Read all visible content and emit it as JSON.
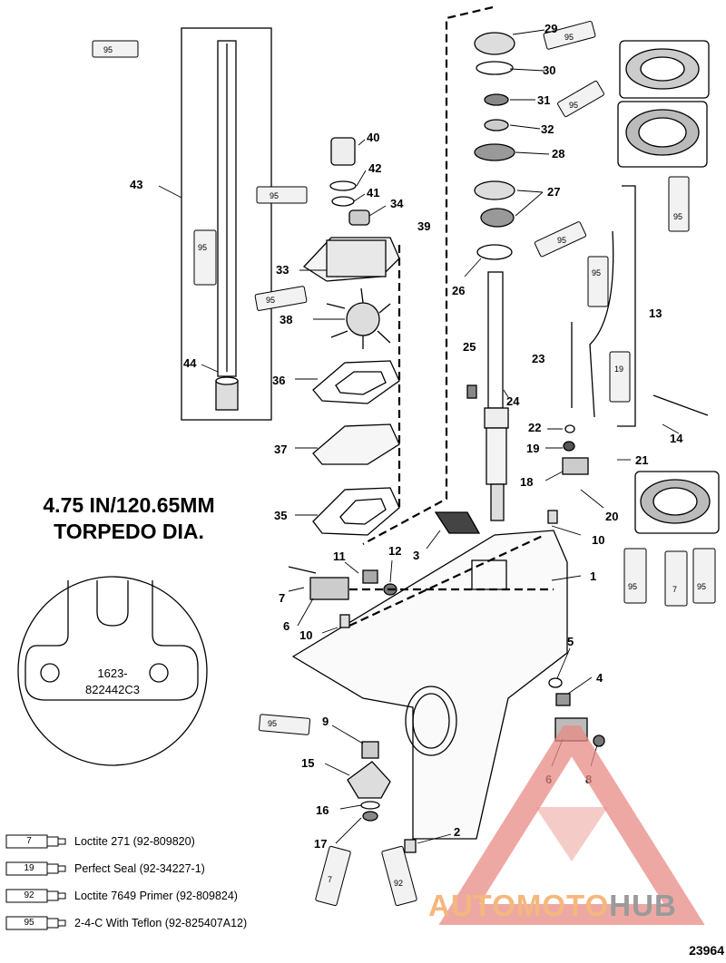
{
  "diagram": {
    "callouts": [
      {
        "id": "c1",
        "text": "1"
      },
      {
        "id": "c2",
        "text": "2"
      },
      {
        "id": "c3",
        "text": "3"
      },
      {
        "id": "c4",
        "text": "4"
      },
      {
        "id": "c5",
        "text": "5"
      },
      {
        "id": "c6a",
        "text": "6"
      },
      {
        "id": "c6b",
        "text": "6"
      },
      {
        "id": "c7",
        "text": "7"
      },
      {
        "id": "c8",
        "text": "8"
      },
      {
        "id": "c9",
        "text": "9"
      },
      {
        "id": "c10a",
        "text": "10"
      },
      {
        "id": "c10b",
        "text": "10"
      },
      {
        "id": "c11",
        "text": "11"
      },
      {
        "id": "c12",
        "text": "12"
      },
      {
        "id": "c13",
        "text": "13"
      },
      {
        "id": "c14",
        "text": "14"
      },
      {
        "id": "c15",
        "text": "15"
      },
      {
        "id": "c16",
        "text": "16"
      },
      {
        "id": "c17",
        "text": "17"
      },
      {
        "id": "c18",
        "text": "18"
      },
      {
        "id": "c19",
        "text": "19"
      },
      {
        "id": "c20",
        "text": "20"
      },
      {
        "id": "c21",
        "text": "21"
      },
      {
        "id": "c22",
        "text": "22"
      },
      {
        "id": "c23",
        "text": "23"
      },
      {
        "id": "c24",
        "text": "24"
      },
      {
        "id": "c25",
        "text": "25"
      },
      {
        "id": "c26",
        "text": "26"
      },
      {
        "id": "c27",
        "text": "27"
      },
      {
        "id": "c28",
        "text": "28"
      },
      {
        "id": "c29",
        "text": "29"
      },
      {
        "id": "c30",
        "text": "30"
      },
      {
        "id": "c31",
        "text": "31"
      },
      {
        "id": "c32",
        "text": "32"
      },
      {
        "id": "c33",
        "text": "33"
      },
      {
        "id": "c34",
        "text": "34"
      },
      {
        "id": "c35",
        "text": "35"
      },
      {
        "id": "c36",
        "text": "36"
      },
      {
        "id": "c37",
        "text": "37"
      },
      {
        "id": "c38",
        "text": "38"
      },
      {
        "id": "c39",
        "text": "39"
      },
      {
        "id": "c40",
        "text": "40"
      },
      {
        "id": "c41",
        "text": "41"
      },
      {
        "id": "c42",
        "text": "42"
      },
      {
        "id": "c43",
        "text": "43"
      },
      {
        "id": "c44",
        "text": "44"
      }
    ],
    "tube_labels": {
      "t95_top": "95",
      "t95_29": "95",
      "t95_31": "95",
      "t95_bigseal": "95",
      "t95_42": "95",
      "t95_43": "95",
      "t95_33": "95",
      "t95_26": "95",
      "t95_13": "95",
      "t19": "19",
      "t95_r1": "95",
      "t7_r": "7",
      "t95_r2": "95",
      "t95_9": "95",
      "t7_b": "7",
      "t92_b": "92"
    },
    "stamp_line1": "1623-",
    "stamp_line2": "822442C3"
  },
  "torpedo_note": {
    "line1": "4.75 IN/120.65MM",
    "line2": "TORPEDO DIA."
  },
  "legend": [
    {
      "num": "7",
      "text": "Loctite 271 (92-809820)"
    },
    {
      "num": "19",
      "text": "Perfect Seal (92-34227-1)"
    },
    {
      "num": "92",
      "text": "Loctite 7649 Primer (92-809824)"
    },
    {
      "num": "95",
      "text": "2-4-C  With Teflon (92-825407A12)"
    }
  ],
  "figure_number": "23964",
  "watermark": {
    "part1": "AUTOMOTO",
    "part2": "HUB"
  }
}
